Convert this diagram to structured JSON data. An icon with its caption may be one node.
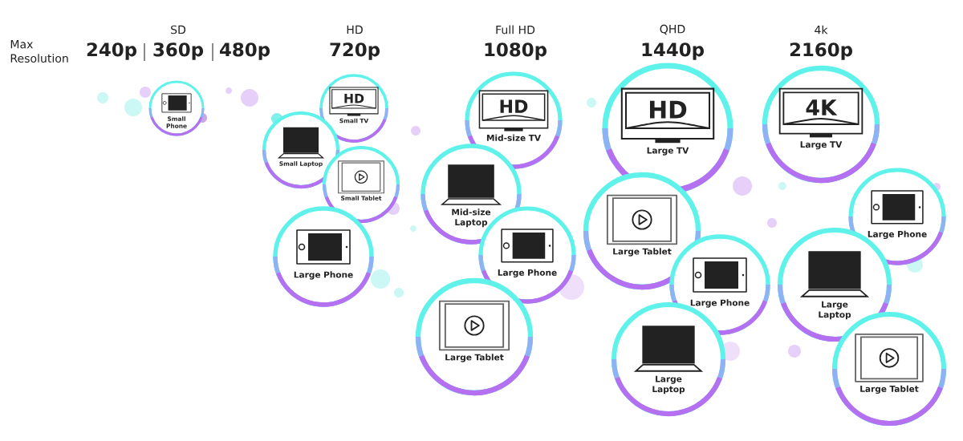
{
  "diagram": {
    "nodes": [
      {
        "text": [
          "Small Phone"
        ]
      },
      {
        "text": [
          "Small TV"
        ]
      },
      {
        "text": [
          "Small Laptop"
        ]
      },
      {
        "text": [
          "Small Tablet"
        ]
      },
      {
        "text": [
          "Large Phone"
        ]
      },
      {
        "text": [
          "Mid-size TV"
        ]
      },
      {
        "text": [
          "Mid-size Laptop"
        ]
      },
      {
        "text": [
          "Large Phone"
        ]
      },
      {
        "text": [
          "Large Tablet"
        ]
      },
      {
        "text": [
          "Large TV"
        ]
      },
      {
        "text": [
          "Large Tablet"
        ]
      },
      {
        "text": [
          "Large Phone"
        ]
      },
      {
        "text": [
          "Large Laptop"
        ]
      },
      {
        "text": [
          "Large TV"
        ]
      },
      {
        "text": [
          "Large Phone"
        ]
      },
      {
        "text": [
          "Large Laptop"
        ]
      },
      {
        "text": [
          "Large Tablet"
        ]
      }
    ],
    "edges": [],
    "labels": [
      "Max Resolution",
      "SD",
      "240p",
      "360p",
      "480p",
      "HD",
      "720p",
      "Full HD",
      "1080p",
      "QHD",
      "1440p",
      "4k",
      "2160p",
      "HD",
      "HD",
      "HD",
      "4K"
    ]
  }
}
